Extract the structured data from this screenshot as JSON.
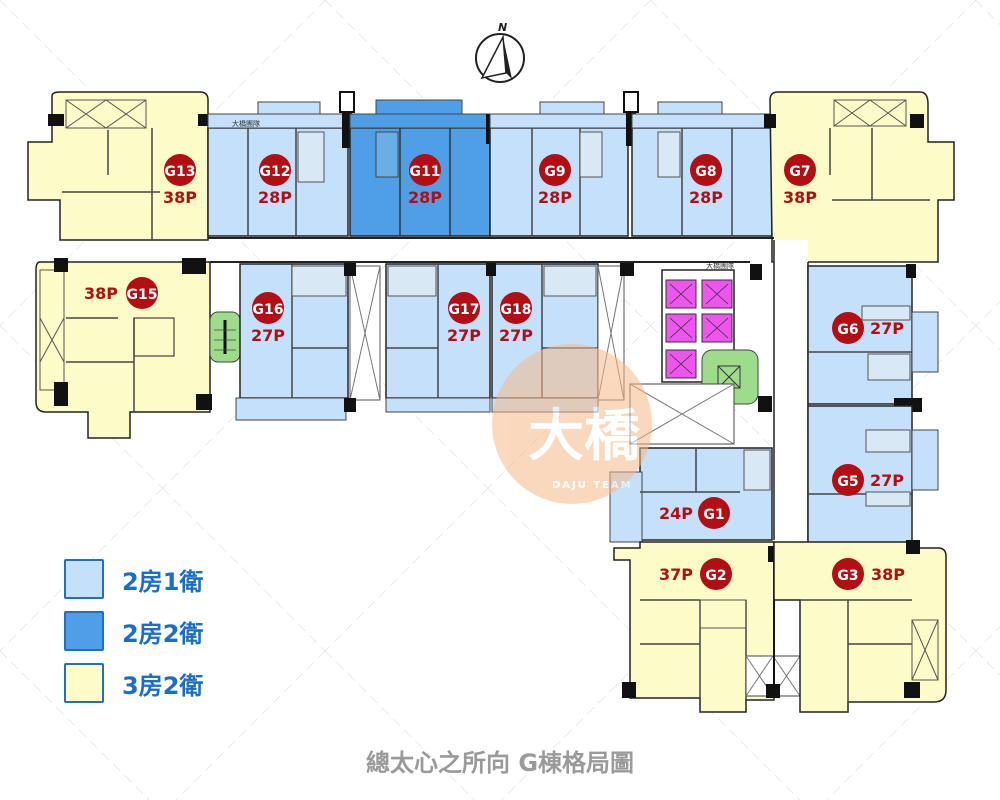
{
  "title": "總太心之所向 G棟格局圖",
  "compass": {
    "label": "N"
  },
  "watermark": {
    "logo_text": "大橋",
    "logo_sub": "DAJU TEAM",
    "repeat_text": "大橋團隊"
  },
  "colors": {
    "two_bed_one_bath": "#c4e0fa",
    "two_bed_two_bath": "#4f9fe6",
    "three_bed_two_bath": "#fdfbc8",
    "badge": "#b20e14",
    "area_text": "#b20e14",
    "elevator": "#ee55ee",
    "stair": "#9ddc8a",
    "legend_text": "#1a6ec8",
    "caption_text": "#9a9a9a"
  },
  "legend": [
    {
      "label": "2房1衛",
      "color": "#c4e0fa"
    },
    {
      "label": "2房2衛",
      "color": "#4f9fe6"
    },
    {
      "label": "3房2衛",
      "color": "#fdfbc8"
    }
  ],
  "units": [
    {
      "id": "G13",
      "area": "38P",
      "type": "3房2衛"
    },
    {
      "id": "G12",
      "area": "28P",
      "type": "2房1衛"
    },
    {
      "id": "G11",
      "area": "28P",
      "type": "2房2衛"
    },
    {
      "id": "G9",
      "area": "28P",
      "type": "2房1衛"
    },
    {
      "id": "G8",
      "area": "28P",
      "type": "2房1衛"
    },
    {
      "id": "G7",
      "area": "38P",
      "type": "3房2衛"
    },
    {
      "id": "G15",
      "area": "38P",
      "type": "3房2衛"
    },
    {
      "id": "G16",
      "area": "27P",
      "type": "2房1衛"
    },
    {
      "id": "G17",
      "area": "27P",
      "type": "2房1衛"
    },
    {
      "id": "G18",
      "area": "27P",
      "type": "2房1衛"
    },
    {
      "id": "G6",
      "area": "27P",
      "type": "2房1衛"
    },
    {
      "id": "G5",
      "area": "27P",
      "type": "2房1衛"
    },
    {
      "id": "G1",
      "area": "24P",
      "type": "2房1衛"
    },
    {
      "id": "G2",
      "area": "37P",
      "type": "3房2衛"
    },
    {
      "id": "G3",
      "area": "38P",
      "type": "3房2衛"
    }
  ]
}
